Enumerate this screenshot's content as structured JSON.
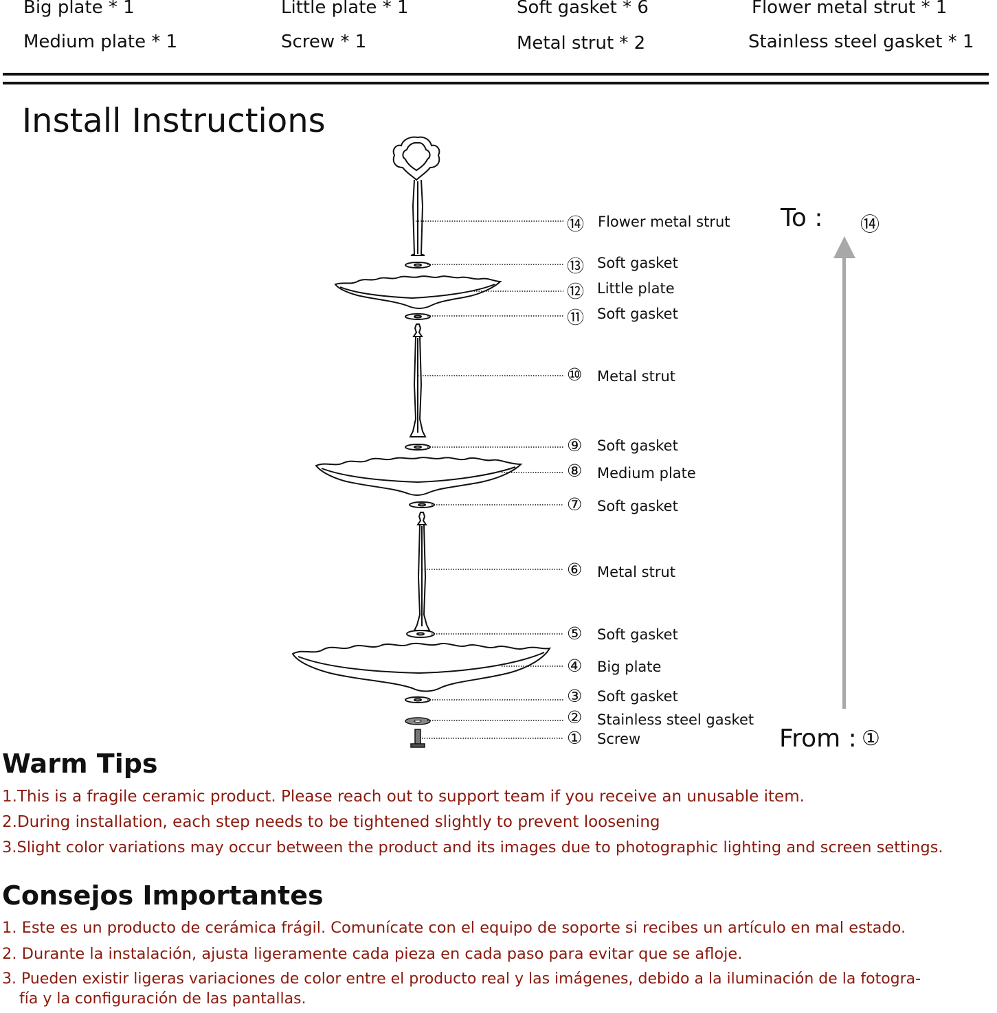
{
  "parts_list": [
    [
      "Big plate * 1",
      "Medium plate *  1"
    ],
    [
      "Little plate * 1",
      "Screw * 1"
    ],
    [
      "Soft gasket * 6",
      "Metal strut * 2"
    ],
    [
      "Flower metal strut * 1",
      "Stainless steel gasket * 1"
    ]
  ],
  "install": {
    "title": "Install Instructions",
    "to_label": "To :",
    "to_num": "⑭",
    "from_label": "From :",
    "from_num": "①"
  },
  "steps": [
    {
      "num": "⑭",
      "label": "Flower metal strut"
    },
    {
      "num": "⑬",
      "label": "Soft gasket"
    },
    {
      "num": "⑫",
      "label": "Little plate"
    },
    {
      "num": "⑪",
      "label": "Soft gasket"
    },
    {
      "num": "⑩",
      "label": "Metal strut"
    },
    {
      "num": "⑨",
      "label": "Soft gasket"
    },
    {
      "num": "⑧",
      "label": "Medium plate"
    },
    {
      "num": "⑦",
      "label": "Soft gasket"
    },
    {
      "num": "⑥",
      "label": "Metal strut"
    },
    {
      "num": "⑤",
      "label": "Soft gasket"
    },
    {
      "num": "④",
      "label": "Big plate"
    },
    {
      "num": "③",
      "label": "Soft gasket"
    },
    {
      "num": "②",
      "label": "Stainless steel gasket"
    },
    {
      "num": "①",
      "label": "Screw"
    }
  ],
  "warm_tips": {
    "title": "Warm Tips",
    "items": [
      "1.This is a fragile ceramic product. Please reach out to support team if you receive an unusable item.",
      "2.During installation, each step needs to be tightened slightly to prevent loosening",
      "3.Slight color variations may occur between the product and its images due to photographic lighting and screen settings."
    ]
  },
  "consejos": {
    "title": "Consejos Importantes",
    "items": [
      "1. Este es un producto de cerámica frágil. Comunícate con el equipo de soporte si recibes un artículo en mal estado.",
      "2. Durante la instalación, ajusta ligeramente cada pieza en cada paso para evitar que se afloje.",
      "3. Pueden existir ligeras variaciones de color entre el producto real y las imágenes, debido a la iluminación de la fotogra-",
      "fía y la configuración de las pantallas."
    ]
  },
  "colors": {
    "tip_text": "#8b1a0e",
    "arrow": "#a8a8a8",
    "line": "#111111"
  }
}
